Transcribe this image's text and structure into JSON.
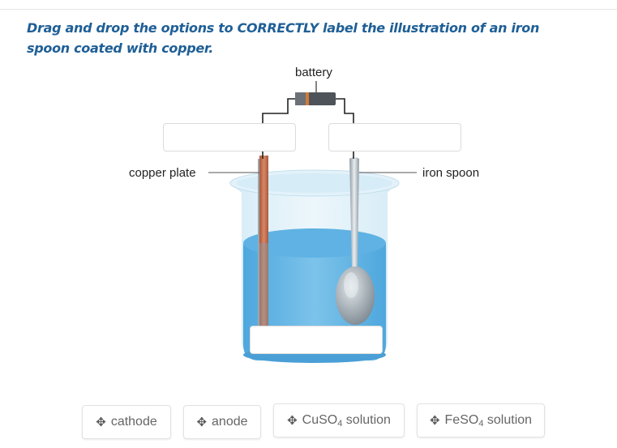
{
  "prompt": "Drag and drop the options to CORRECTLY label the illustration of an iron spoon coated with copper.",
  "labels": {
    "battery": "battery",
    "copper_plate": "copper plate",
    "iron_spoon": "iron spoon"
  },
  "options": [
    {
      "label": "cathode",
      "sub": "",
      "suffix": ""
    },
    {
      "label": "anode",
      "sub": "",
      "suffix": ""
    },
    {
      "label": "CuSO",
      "sub": "4",
      "suffix": " solution"
    },
    {
      "label": "FeSO",
      "sub": "4",
      "suffix": " solution"
    }
  ],
  "icons": {
    "option_icon": "move-icon"
  },
  "colors": {
    "prompt": "#1f5f96",
    "water": "#5aaee0",
    "copper": "#c8704f"
  }
}
